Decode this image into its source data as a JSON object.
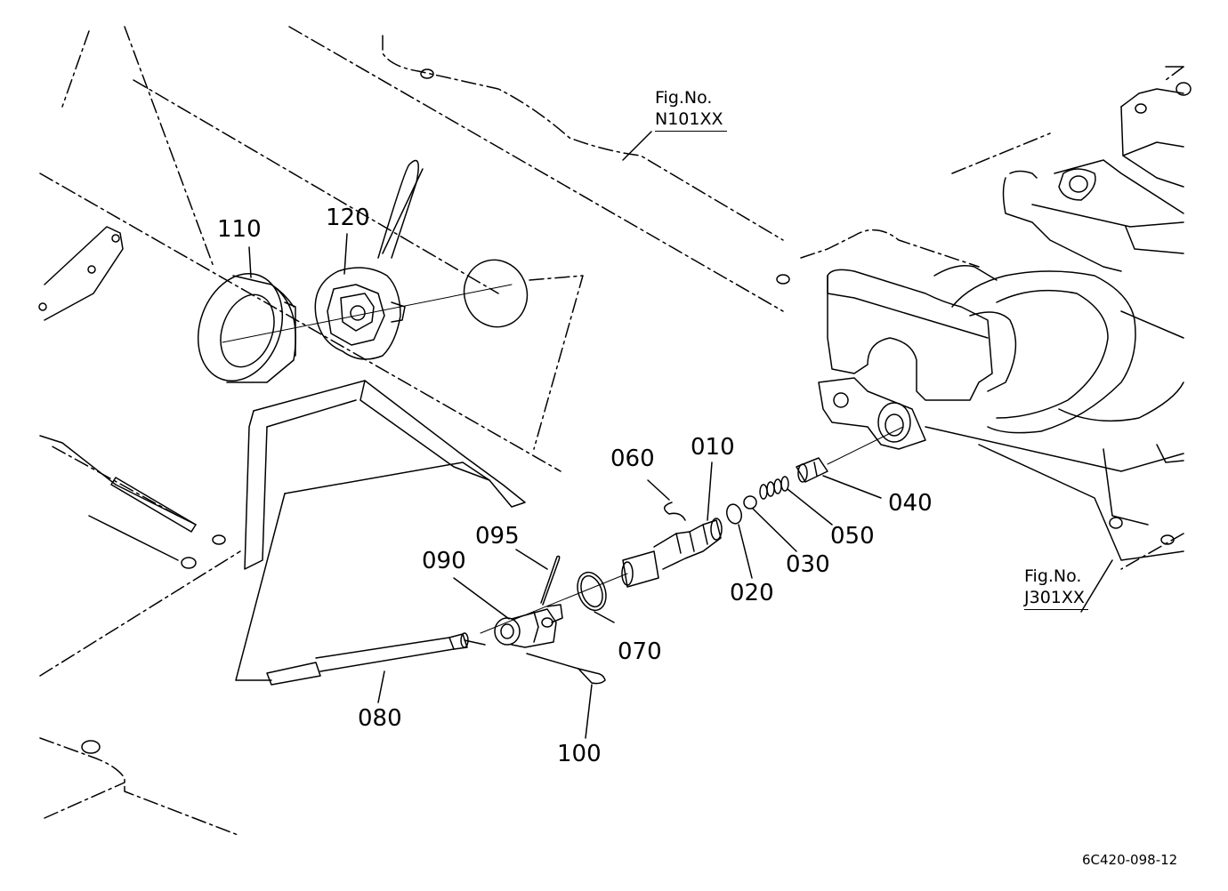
{
  "colors": {
    "line": "#000000",
    "background": "#ffffff"
  },
  "parts": {
    "p010": "010",
    "p020": "020",
    "p030": "030",
    "p040": "040",
    "p050": "050",
    "p060": "060",
    "p070": "070",
    "p080": "080",
    "p090": "090",
    "p095": "095",
    "p100": "100",
    "p110": "110",
    "p120": "120"
  },
  "fig_refs": {
    "n101": {
      "label": "Fig.No.",
      "code": "N101XX"
    },
    "j301": {
      "label": "Fig.No.",
      "code": "J301XX"
    }
  },
  "diagram_code": "6C420-098-12"
}
